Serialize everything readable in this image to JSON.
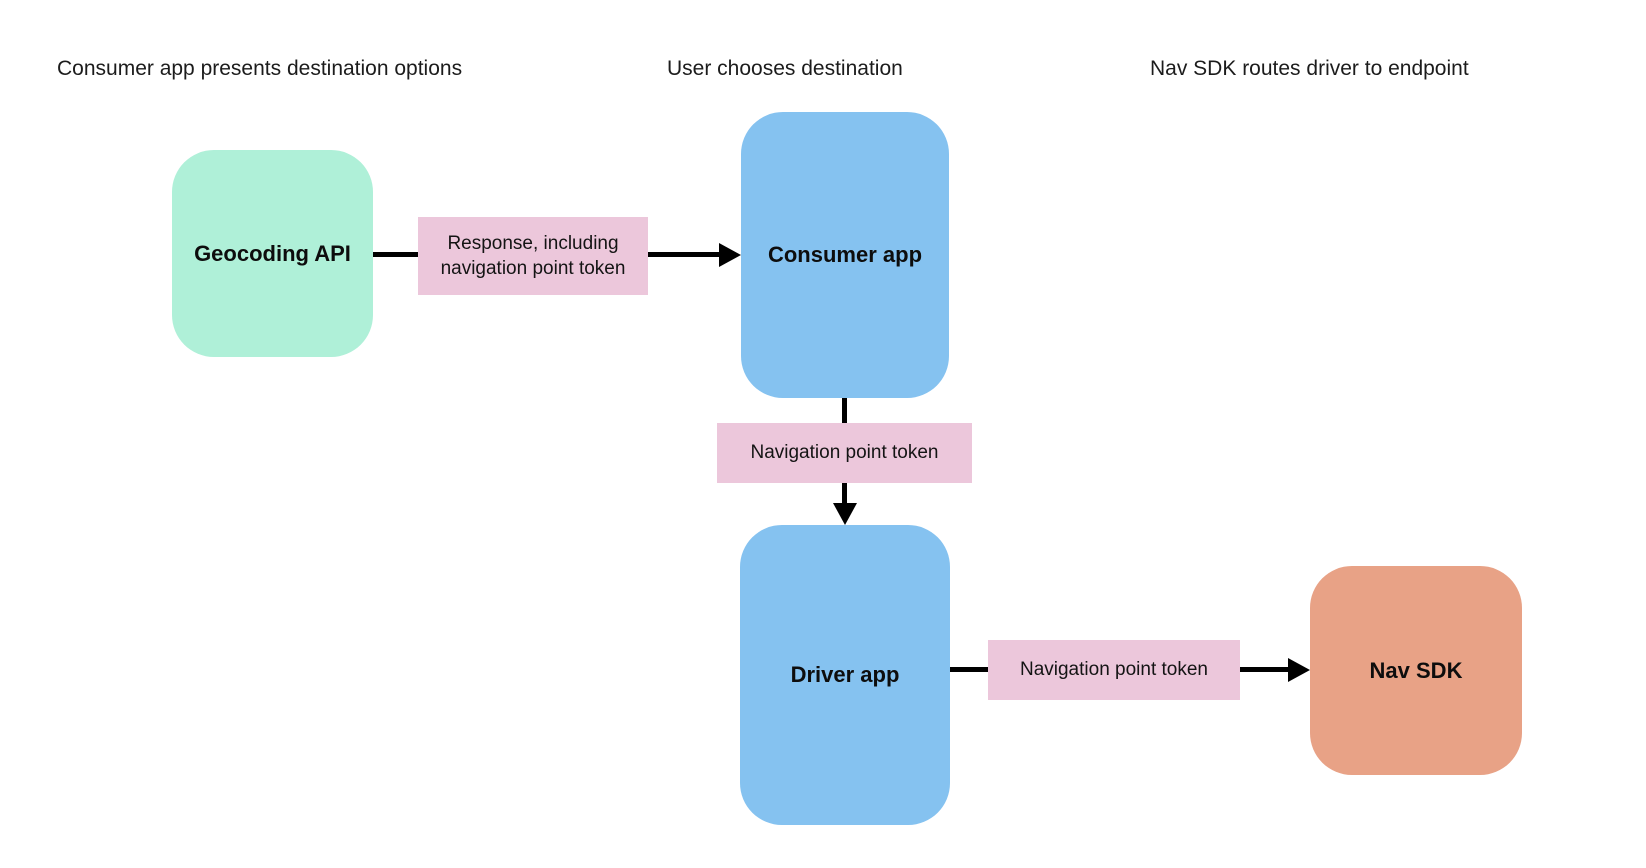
{
  "diagram": {
    "background": "#ffffff",
    "headers": [
      {
        "label": "Consumer app presents destination options"
      },
      {
        "label": "User chooses destination"
      },
      {
        "label": "Nav SDK routes driver to endpoint"
      }
    ],
    "nodes": [
      {
        "id": "geocoding-api",
        "label": "Geocoding API",
        "color": "#aff0d8"
      },
      {
        "id": "consumer-app",
        "label": "Consumer app",
        "color": "#85c2f0"
      },
      {
        "id": "driver-app",
        "label": "Driver app",
        "color": "#85c2f0"
      },
      {
        "id": "nav-sdk",
        "label": "Nav SDK",
        "color": "#e8a286"
      }
    ],
    "edge_labels": [
      {
        "id": "response-including-token",
        "label": "Response, including navigation point token",
        "color": "#ecc7db"
      },
      {
        "id": "navigation-point-token-1",
        "label": "Navigation point token",
        "color": "#ecc7db"
      },
      {
        "id": "navigation-point-token-2",
        "label": "Navigation point token",
        "color": "#ecc7db"
      }
    ],
    "colors": {
      "arrow": "#000000",
      "text": "#0d0d0d"
    }
  }
}
